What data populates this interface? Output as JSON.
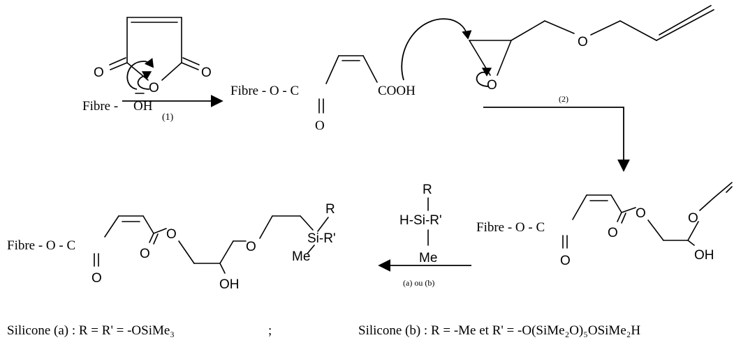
{
  "labels": {
    "fibre_oh": "Fibre - ",
    "oh": "OH",
    "o_letter": "O",
    "fibre_o_c_1": "Fibre - O - C",
    "cooh": "COOH",
    "fibre_o_c_2": "Fibre - O - C",
    "fibre_o_c_3": "Fibre - O - C",
    "oh_product": "OH",
    "me_product": "Me",
    "si_product": "Si-R'",
    "r_product": "R",
    "silane_r": "R",
    "silane_hsi": "H-Si-R'",
    "silane_me": "Me",
    "oh_intermediate": "OH"
  },
  "steps": {
    "step1": "(1)",
    "step2": "(2)",
    "step3": "(a) ou (b)"
  },
  "footnote": {
    "silicone_a": "Silicone (a) : R = R' = -OSiMe₃",
    "separator": ";",
    "silicone_b": "Silicone (b) : R = -Me et R' = -O(SiMe₂O)₅OSiMe₂H"
  }
}
